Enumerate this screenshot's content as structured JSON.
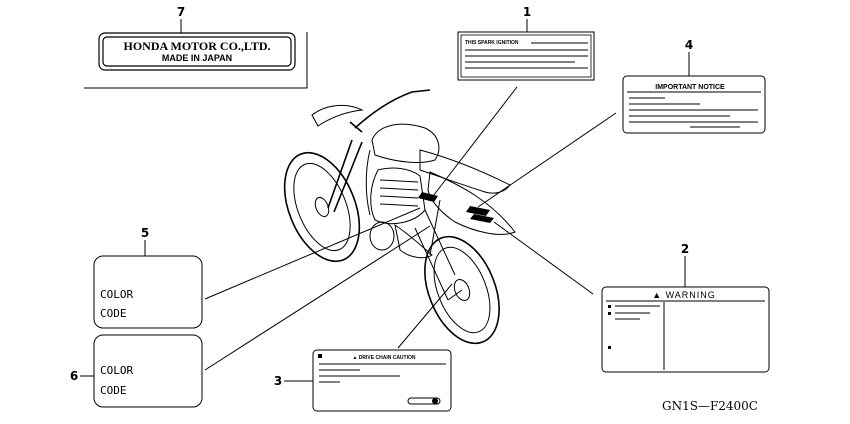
{
  "diagram_code": "GN1S—F2400C",
  "labels": [
    {
      "num": "1",
      "title": "THIS SPARK IGNITION"
    },
    {
      "num": "2",
      "title": "▲ WARNING"
    },
    {
      "num": "3",
      "title": "▲ DRIVE CHAIN CAUTION"
    },
    {
      "num": "4",
      "title": "IMPORTANT NOTICE"
    },
    {
      "num": "5",
      "line1": "COLOR",
      "line2": "CODE"
    },
    {
      "num": "6",
      "line1": "COLOR",
      "line2": "CODE"
    },
    {
      "num": "7",
      "line1": "HONDA MOTOR CO.,LTD.",
      "line2": "MADE IN JAPAN"
    }
  ]
}
